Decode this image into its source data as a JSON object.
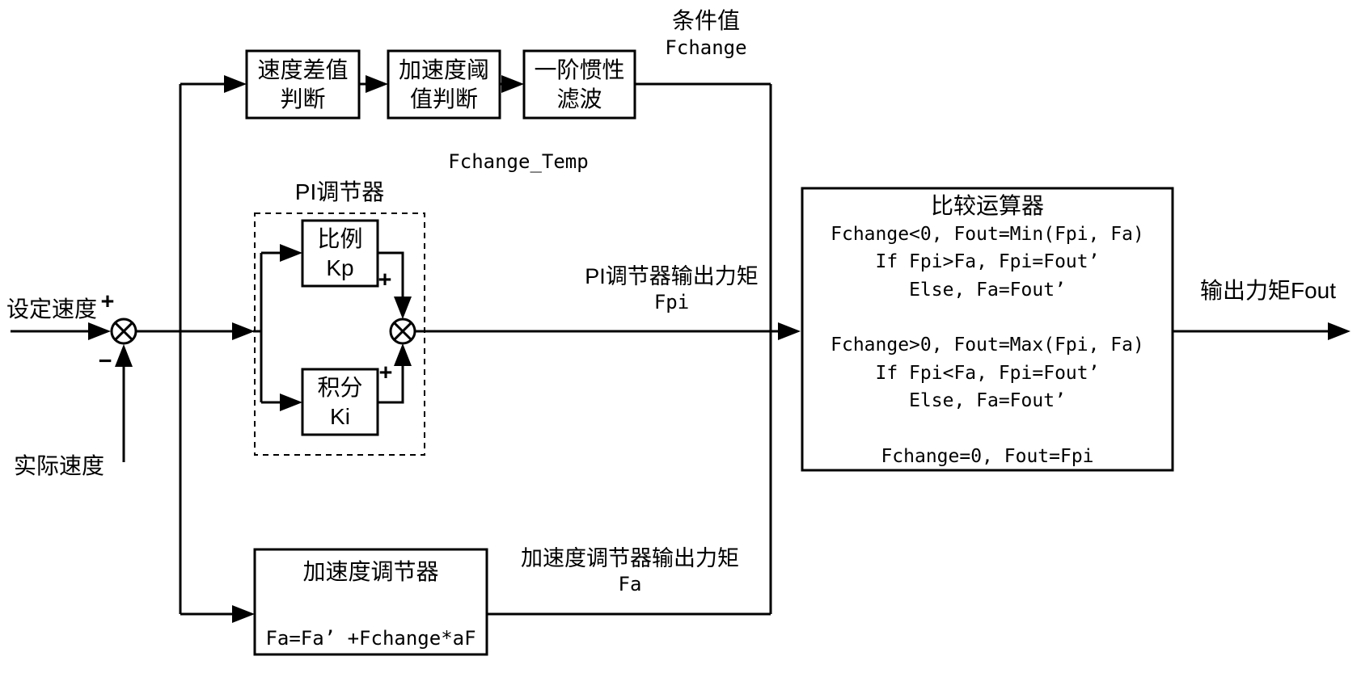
{
  "figure": {
    "background": "#ffffff",
    "line_color": "#000000"
  },
  "blocks": {
    "speed_diff": {
      "line1": "速度差值",
      "line2": "判断"
    },
    "accel_threshold": {
      "line1": "加速度阈",
      "line2": "值判断"
    },
    "first_order_filter": {
      "line1": "一阶惯性",
      "line2": "滤波"
    },
    "kp": {
      "line1": "比例",
      "line2": "Kp"
    },
    "ki": {
      "line1": "积分",
      "line2": "Ki"
    },
    "accel_regulator": {
      "title": "加速度调节器",
      "formula": "Fa=Fa’ +Fchange*aF"
    },
    "comparator": {
      "title": "比较运算器",
      "line1": "Fchange<0, Fout=Min(Fpi, Fa)",
      "line2": "If Fpi>Fa, Fpi=Fout’",
      "line3": "Else, Fa=Fout’",
      "line4": "Fchange>0, Fout=Max(Fpi, Fa)",
      "line5": "If Fpi<Fa, Fpi=Fout’",
      "line6": "Else, Fa=Fout’",
      "line7": "Fchange=0, Fout=Fpi"
    }
  },
  "labels": {
    "condition_value_line1": "条件值",
    "condition_value_line2": "Fchange",
    "fchange_temp": "Fchange_Temp",
    "pi_regulator": "PI调节器",
    "pi_output_line1": "PI调节器输出力矩",
    "pi_output_line2": "Fpi",
    "accel_output_line1": "加速度调节器输出力矩",
    "accel_output_line2": "Fa",
    "output_torque": "输出力矩Fout",
    "set_speed": "设定速度",
    "actual_speed": "实际速度",
    "plus_setpoint": "+",
    "minus_feedback": "−",
    "plus_kp": "+",
    "plus_ki": "+"
  }
}
